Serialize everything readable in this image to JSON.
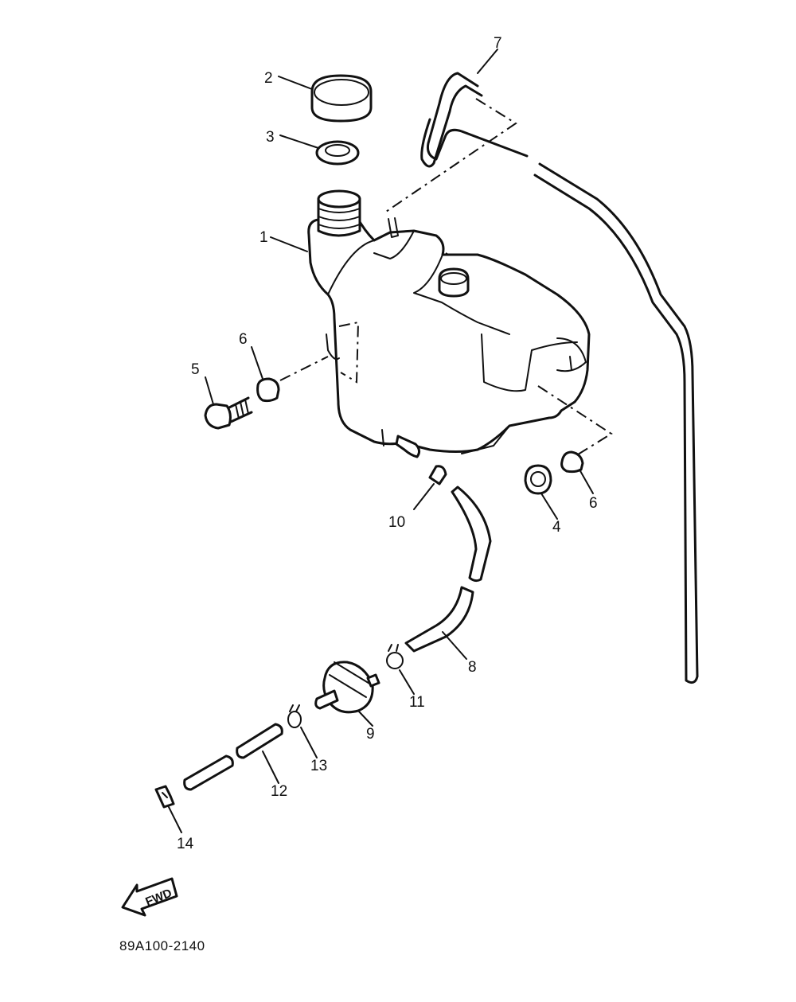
{
  "diagram": {
    "drawing_number": "89A100-2140",
    "direction_label": "FWD",
    "callouts": [
      {
        "id": "1",
        "text": "1"
      },
      {
        "id": "2",
        "text": "2"
      },
      {
        "id": "3",
        "text": "3"
      },
      {
        "id": "4",
        "text": "4"
      },
      {
        "id": "5",
        "text": "5"
      },
      {
        "id": "6a",
        "text": "6"
      },
      {
        "id": "6b",
        "text": "6"
      },
      {
        "id": "7",
        "text": "7"
      },
      {
        "id": "8",
        "text": "8"
      },
      {
        "id": "9",
        "text": "9"
      },
      {
        "id": "10",
        "text": "10"
      },
      {
        "id": "11",
        "text": "11"
      },
      {
        "id": "12",
        "text": "12"
      },
      {
        "id": "13",
        "text": "13"
      },
      {
        "id": "14",
        "text": "14"
      }
    ]
  }
}
